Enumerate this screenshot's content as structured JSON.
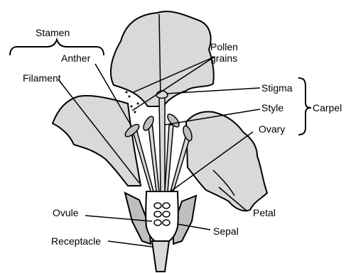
{
  "labels": {
    "stamen": "Stamen",
    "anther": "Anther",
    "filament": "Filament",
    "pollen_grains_1": "Pollen",
    "pollen_grains_2": "grains",
    "stigma": "Stigma",
    "style": "Style",
    "carpel": "Carpel",
    "ovary": "Ovary",
    "petal": "Petal",
    "ovule": "Ovule",
    "sepal": "Sepal",
    "receptacle": "Receptacle"
  },
  "colors": {
    "petal_fill": "#d9d9d9",
    "ovary_fill": "#ffffff",
    "stroke": "#000000",
    "background": "#ffffff"
  }
}
